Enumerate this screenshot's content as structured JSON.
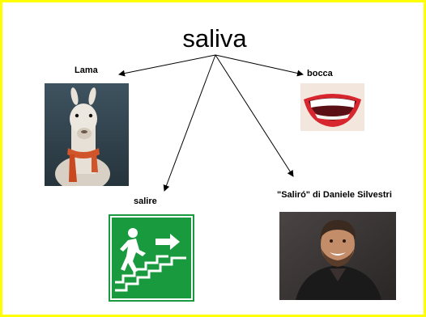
{
  "title": "saliva",
  "nodes": {
    "lama": {
      "label": "Lama",
      "image": "llama-with-scarf"
    },
    "bocca": {
      "label": "bocca",
      "image": "smiling-mouth"
    },
    "salire": {
      "label": "salire",
      "image": "emergency-exit-stairs-sign"
    },
    "saliro": {
      "label": "\"Saliró\" di Daniele Silvestri",
      "image": "smiling-man-portrait"
    }
  },
  "colors": {
    "border": "#ffff00",
    "sign_green": "#1a9a3e",
    "text": "#000000"
  }
}
